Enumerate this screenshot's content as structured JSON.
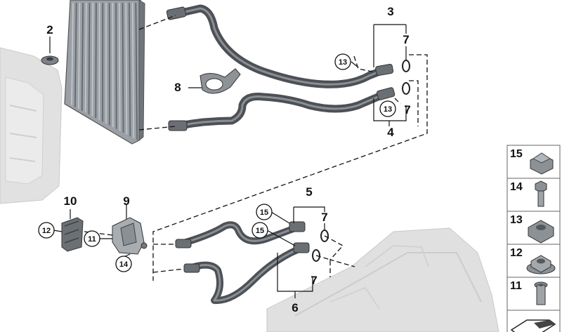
{
  "callouts": {
    "c2": "2",
    "c3": "3",
    "c4": "4",
    "c5": "5",
    "c6": "6",
    "c7a": "7",
    "c7b": "7",
    "c7c": "7",
    "c7d": "7",
    "c8": "8",
    "c9": "9",
    "c10": "10",
    "c11": "11",
    "c12": "12",
    "c13a": "13",
    "c13b": "13",
    "c14": "14",
    "c15a": "15",
    "c15b": "15"
  },
  "legend": [
    {
      "num": "15",
      "icon": "nut-icon"
    },
    {
      "num": "14",
      "icon": "bolt-icon"
    },
    {
      "num": "13",
      "icon": "hex-nut-icon"
    },
    {
      "num": "12",
      "icon": "flange-nut-icon"
    },
    {
      "num": "11",
      "icon": "sleeve-icon"
    }
  ],
  "colors": {
    "hose": "#5d6166",
    "hose_highlight": "#8a8f94",
    "cooler": "#8e9499",
    "ghost": "#dcdcdc"
  }
}
